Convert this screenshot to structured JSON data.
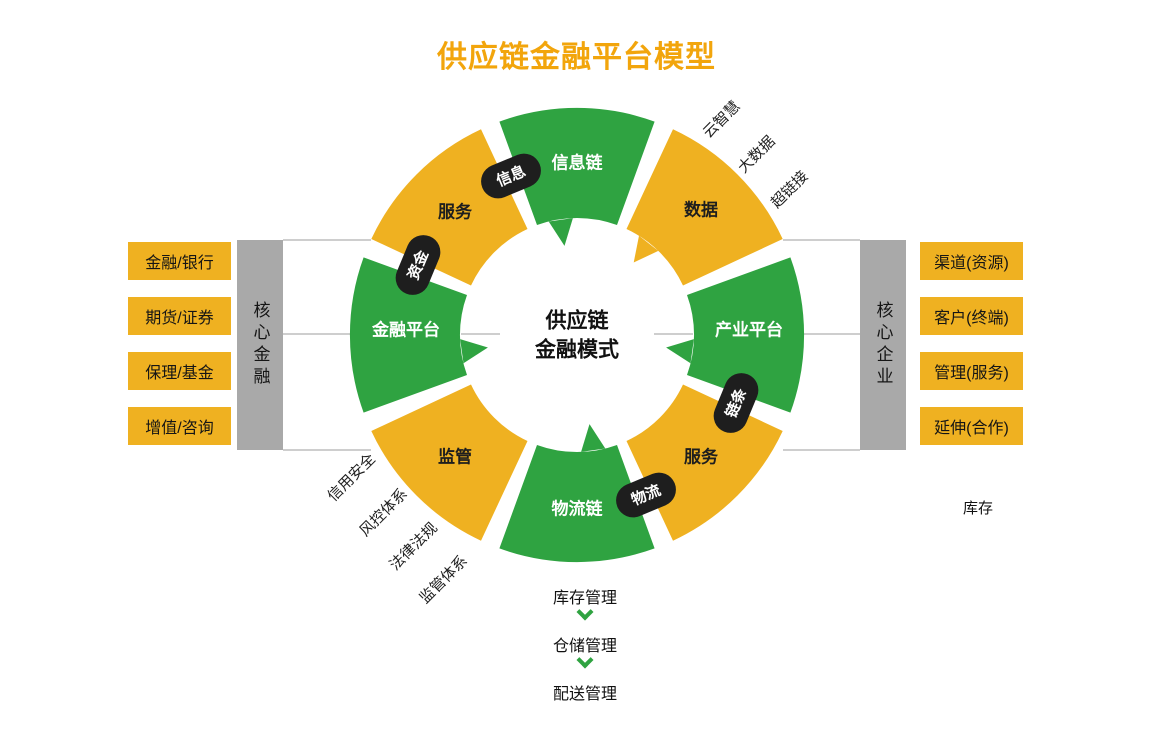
{
  "title": "供应链金融平台模型",
  "colors": {
    "title_orange": "#F2A50C",
    "accent_yellow": "#EFB121",
    "green": "#2FA341",
    "badge_black": "#1E1E1E",
    "bar_gray": "#A9A9A9",
    "line_gray": "#BDBDBD"
  },
  "center": {
    "line1": "供应链",
    "line2": "金融模式"
  },
  "ring": {
    "segments": [
      {
        "label": "信息链",
        "color": "green"
      },
      {
        "label": "数据",
        "color": "yellow"
      },
      {
        "label": "产业平台",
        "color": "green"
      },
      {
        "label": "服务",
        "color": "yellow"
      },
      {
        "label": "物流链",
        "color": "green"
      },
      {
        "label": "监管",
        "color": "yellow"
      },
      {
        "label": "金融平台",
        "color": "green"
      },
      {
        "label": "服务",
        "color": "yellow"
      }
    ],
    "badges": [
      "信息",
      "资金",
      "链条",
      "物流"
    ]
  },
  "left_panel": {
    "bar_label": "核心金融",
    "items": [
      "金融/银行",
      "期货/证券",
      "保理/基金",
      "增值/咨询"
    ]
  },
  "right_panel": {
    "bar_label": "核心企业",
    "items": [
      "渠道(资源)",
      "客户(终端)",
      "管理(服务)",
      "延伸(合作)"
    ]
  },
  "top_right_labels": [
    "云智慧",
    "大数据",
    "超链接"
  ],
  "bottom_left_labels": [
    "信用安全",
    "风控体系",
    "法律法规",
    "监管体系"
  ],
  "right_label": "库存",
  "bottom_flow": [
    "库存管理",
    "仓储管理",
    "配送管理"
  ]
}
